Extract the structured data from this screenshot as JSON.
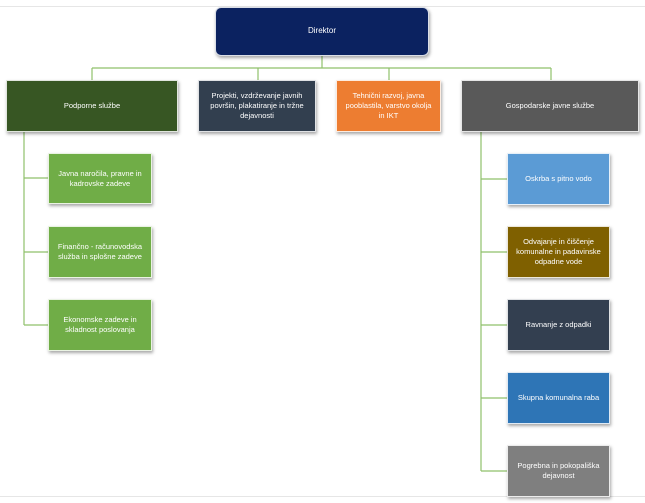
{
  "director": {
    "label": "Direktor",
    "color": "#0b2260"
  },
  "departments": [
    {
      "id": "podporne",
      "label": "Podporne službe",
      "color": "#375623"
    },
    {
      "id": "projekti",
      "label": "Projekti, vzdrževanje javnih površin, plakatiranje in tržne dejavnosti",
      "color": "#323f4f"
    },
    {
      "id": "tehnicni",
      "label": "Tehnični razvoj, javna pooblastila, varstvo okolja in IKT",
      "color": "#ed7d31"
    },
    {
      "id": "gospodarske",
      "label": "Gospodarske javne službe",
      "color": "#595959"
    }
  ],
  "support_units": [
    {
      "label": "Javna naročila, pravne in kadrovske zadeve",
      "color": "#70ad47"
    },
    {
      "label": "Finančno - računovodska služba in splošne zadeve",
      "color": "#70ad47"
    },
    {
      "label": "Ekonomske zadeve in skladnost poslovanja",
      "color": "#70ad47"
    }
  ],
  "public_service_units": [
    {
      "label": "Oskrba s pitno vodo",
      "color": "#5b9bd5"
    },
    {
      "label": "Odvajanje in čiščenje komunalne in padavinske odpadne vode",
      "color": "#7f6000"
    },
    {
      "label": "Ravnanje z odpadki",
      "color": "#333f50"
    },
    {
      "label": "Skupna komunalna raba",
      "color": "#2e75b6"
    },
    {
      "label": "Pogrebna in pokopališka dejavnost",
      "color": "#7f7f7f"
    }
  ],
  "connector_color": "#8fc06b"
}
